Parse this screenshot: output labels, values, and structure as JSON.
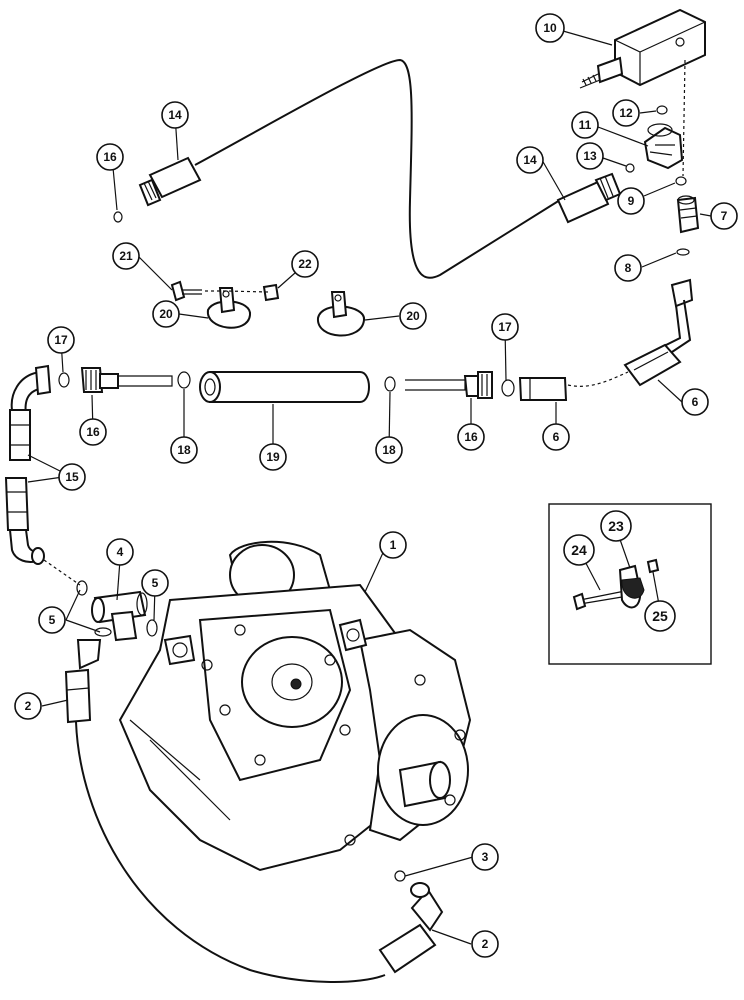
{
  "callouts": [
    {
      "id": "c1",
      "label": "1"
    },
    {
      "id": "c2a",
      "label": "2"
    },
    {
      "id": "c2b",
      "label": "2"
    },
    {
      "id": "c3",
      "label": "3"
    },
    {
      "id": "c4",
      "label": "4"
    },
    {
      "id": "c5a",
      "label": "5"
    },
    {
      "id": "c5b",
      "label": "5"
    },
    {
      "id": "c6a",
      "label": "6"
    },
    {
      "id": "c6b",
      "label": "6"
    },
    {
      "id": "c7",
      "label": "7"
    },
    {
      "id": "c8",
      "label": "8"
    },
    {
      "id": "c9",
      "label": "9"
    },
    {
      "id": "c10",
      "label": "10"
    },
    {
      "id": "c11",
      "label": "11"
    },
    {
      "id": "c12",
      "label": "12"
    },
    {
      "id": "c13",
      "label": "13"
    },
    {
      "id": "c14a",
      "label": "14"
    },
    {
      "id": "c14b",
      "label": "14"
    },
    {
      "id": "c15",
      "label": "15"
    },
    {
      "id": "c16a",
      "label": "16"
    },
    {
      "id": "c16b",
      "label": "16"
    },
    {
      "id": "c16c",
      "label": "16"
    },
    {
      "id": "c17a",
      "label": "17"
    },
    {
      "id": "c17b",
      "label": "17"
    },
    {
      "id": "c18a",
      "label": "18"
    },
    {
      "id": "c18b",
      "label": "18"
    },
    {
      "id": "c19",
      "label": "19"
    },
    {
      "id": "c20a",
      "label": "20"
    },
    {
      "id": "c20b",
      "label": "20"
    },
    {
      "id": "c21",
      "label": "21"
    },
    {
      "id": "c22",
      "label": "22"
    },
    {
      "id": "c23",
      "label": "23"
    },
    {
      "id": "c24",
      "label": "24"
    },
    {
      "id": "c25",
      "label": "25"
    }
  ]
}
